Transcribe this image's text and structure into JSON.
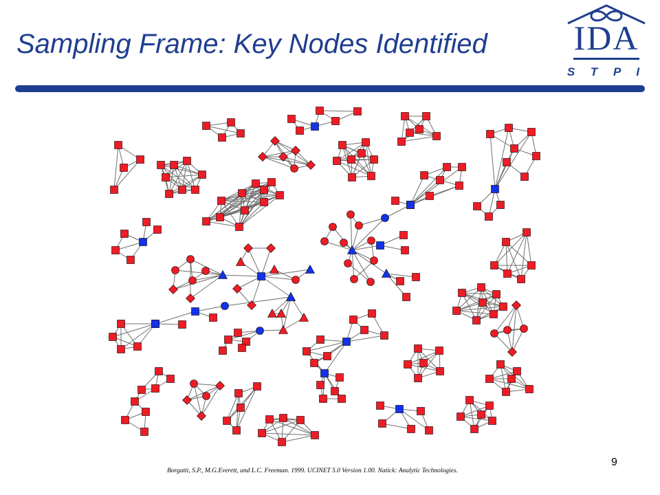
{
  "slide": {
    "title": "Sampling Frame: Key Nodes Identified",
    "citation": "Borgatti, S.P., M.G.Everett, and L.C. Freeman. 1999. UCINET 5.0 Version 1.00. Natick: Analytic Technologies.",
    "page_number": "9"
  },
  "logo": {
    "text": "IDA",
    "subtext": "S T P I",
    "icon": "infinity-house-icon"
  },
  "colors": {
    "title": "#1f3e8f",
    "rule": "#1f3e8f",
    "regular_node": "#ee1c25",
    "key_node": "#1432e8",
    "edge": "#6f6f6f"
  },
  "legend_semantics": {
    "key_node_color": "blue",
    "regular_node_color": "red"
  },
  "node_shapes": [
    "square",
    "circle",
    "triangle",
    "diamond"
  ]
}
